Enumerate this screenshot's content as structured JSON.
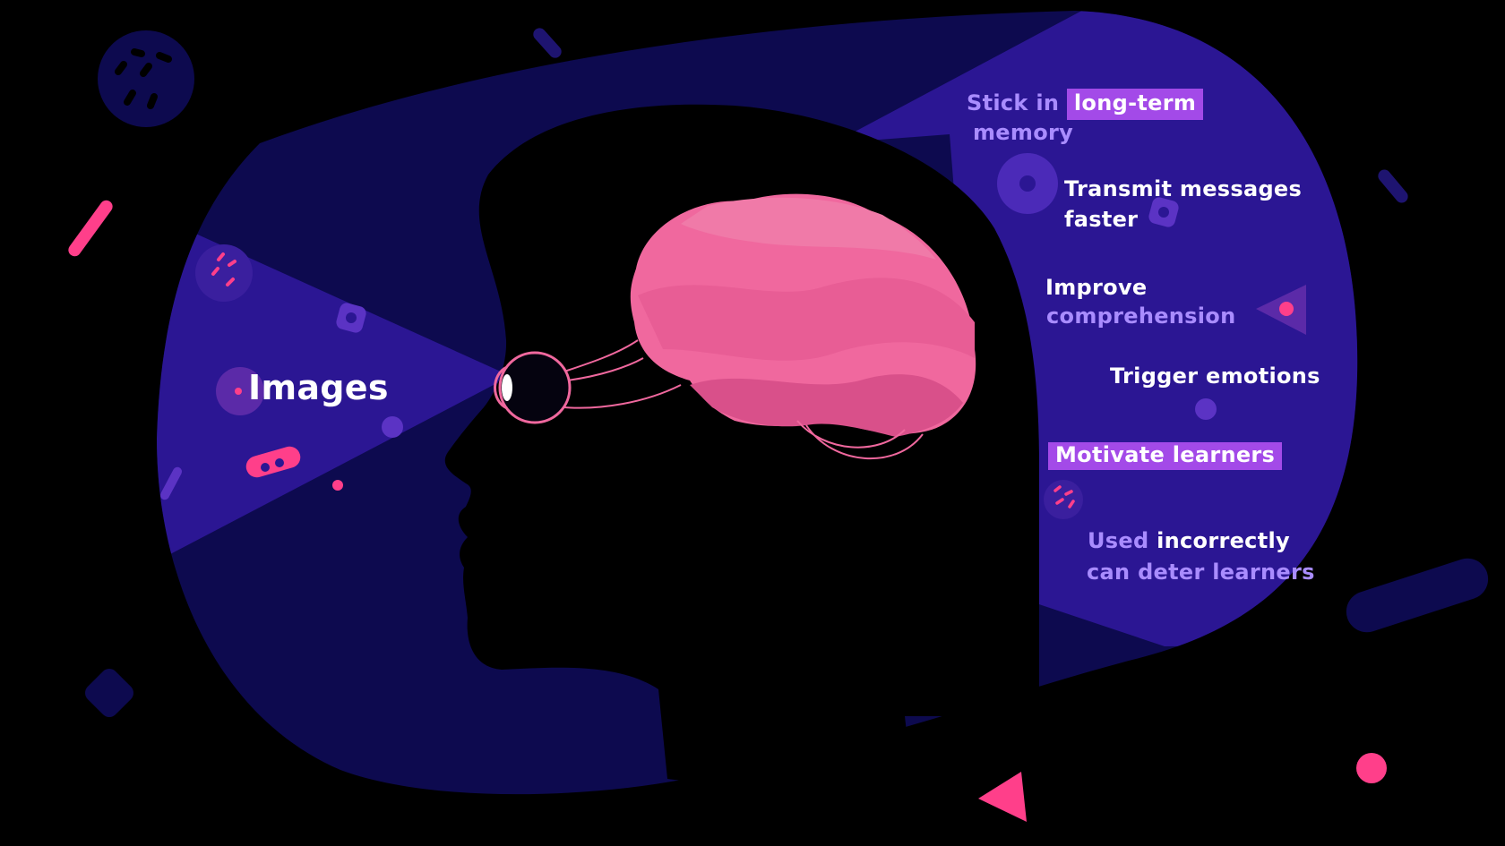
{
  "illustration": {
    "colors": {
      "background": "#000000",
      "blob_light": "#2b1693",
      "blob_dark": "#0d0a4f",
      "silhouette": "#000000",
      "brain": "#f0689e",
      "accent_pink": "#ff3f8a",
      "text_white": "#ffffff",
      "text_lavender": "#a98cff",
      "highlight": "#a34ae8"
    },
    "icons": [
      "head-silhouette",
      "brain-icon",
      "eye-icon",
      "optic-nerve-lines"
    ],
    "left_label": "Images",
    "benefits": {
      "stick": {
        "prefix": "Stick in",
        "highlight": "long-term",
        "suffix": "memory"
      },
      "transmit": {
        "line1": "Transmit messages",
        "line2": "faster"
      },
      "improve": {
        "line1": "Improve",
        "line2": "comprehension"
      },
      "trigger": {
        "text": "Trigger emotions"
      },
      "motivate": {
        "text": "Motivate learners"
      },
      "used": {
        "line1_a": "Used",
        "line1_b": "incorrectly",
        "line2": "can deter learners"
      }
    }
  }
}
